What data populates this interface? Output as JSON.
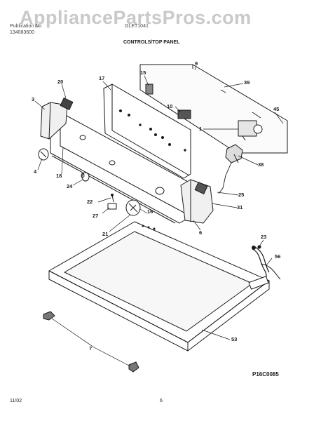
{
  "header": {
    "watermark": "AppliancePartsPros.com",
    "left_line1": "Publication No",
    "left_line2": "134083600",
    "model": "GLET1041",
    "title": "CONTROLS/TOP PANEL"
  },
  "footer": {
    "date": "11/02",
    "page": "6",
    "diagram_code": "P16C0085"
  },
  "callouts": [
    "9",
    "15",
    "17",
    "20",
    "3",
    "39",
    "10",
    "45",
    "1",
    "38",
    "4",
    "18",
    "24",
    "22",
    "25",
    "27",
    "16",
    "31",
    "21",
    "6",
    "23",
    "56",
    "53",
    "7"
  ]
}
